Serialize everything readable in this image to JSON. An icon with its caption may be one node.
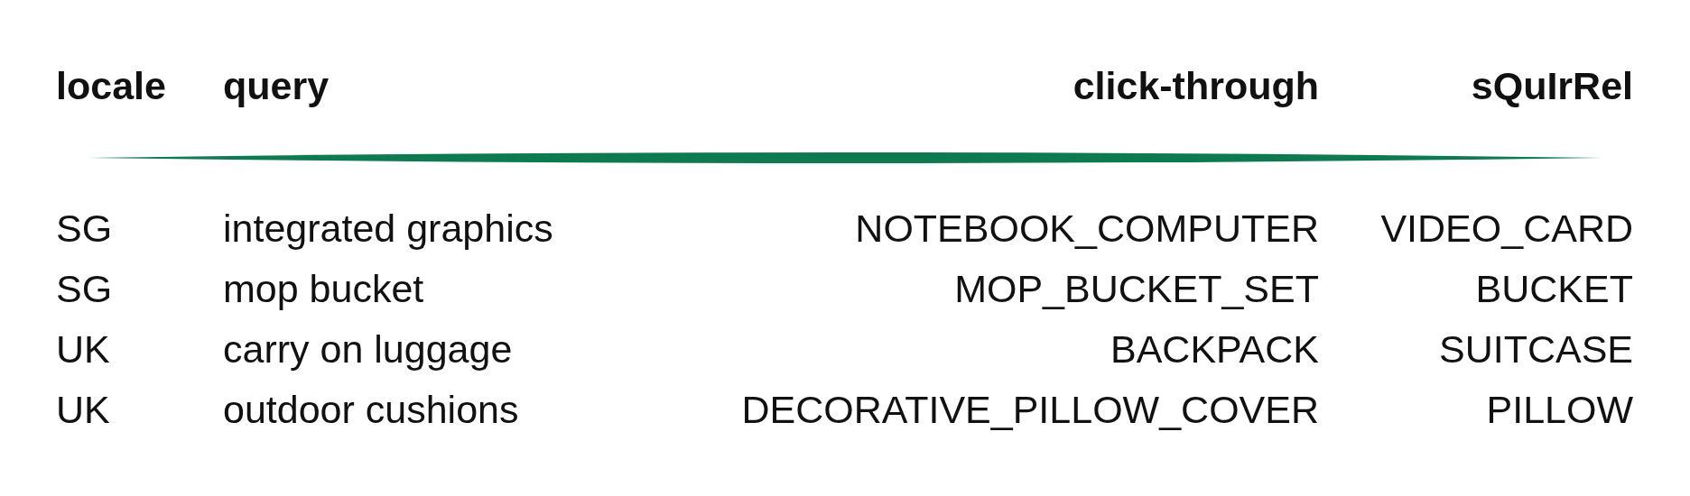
{
  "diagram": {
    "labels": [
      "locale",
      "query",
      "click-through",
      "sQuIrRel",
      "SG",
      "integrated graphics",
      "NOTEBOOK_COMPUTER",
      "VIDEO_CARD",
      "SG",
      "mop bucket",
      "MOP_BUCKET_SET",
      "BUCKET",
      "UK",
      "carry on luggage",
      "BACKPACK",
      "SUITCASE",
      "UK",
      "outdoor cushions",
      "DECORATIVE_PILLOW_COVER",
      "PILLOW"
    ]
  }
}
